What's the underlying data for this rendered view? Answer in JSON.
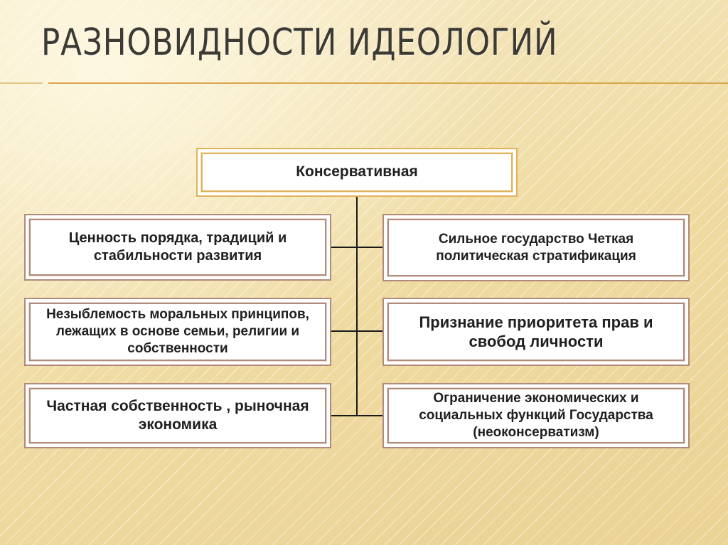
{
  "title": "РАЗНОВИДНОСТИ ИДЕОЛОГИЙ",
  "root": "Консервативная",
  "left_items": [
    "Ценность порядка, традиций и стабильности развития",
    "Незыблемость  моральных принципов, лежащих в основе семьи, религии и собственности",
    "Частная собственность , рыночная экономика"
  ],
  "right_items": [
    "Сильное государство Четкая политическая стратификация",
    "Признание приоритета прав и свобод личности",
    "Ограничение экономических и социальных функций Государства (неоконсерватизм)"
  ],
  "colors": {
    "box_border": "#b08a7a",
    "root_border": "#e0b25a",
    "connector": "#1a1a1a",
    "title_rule": "#d9a64e"
  }
}
